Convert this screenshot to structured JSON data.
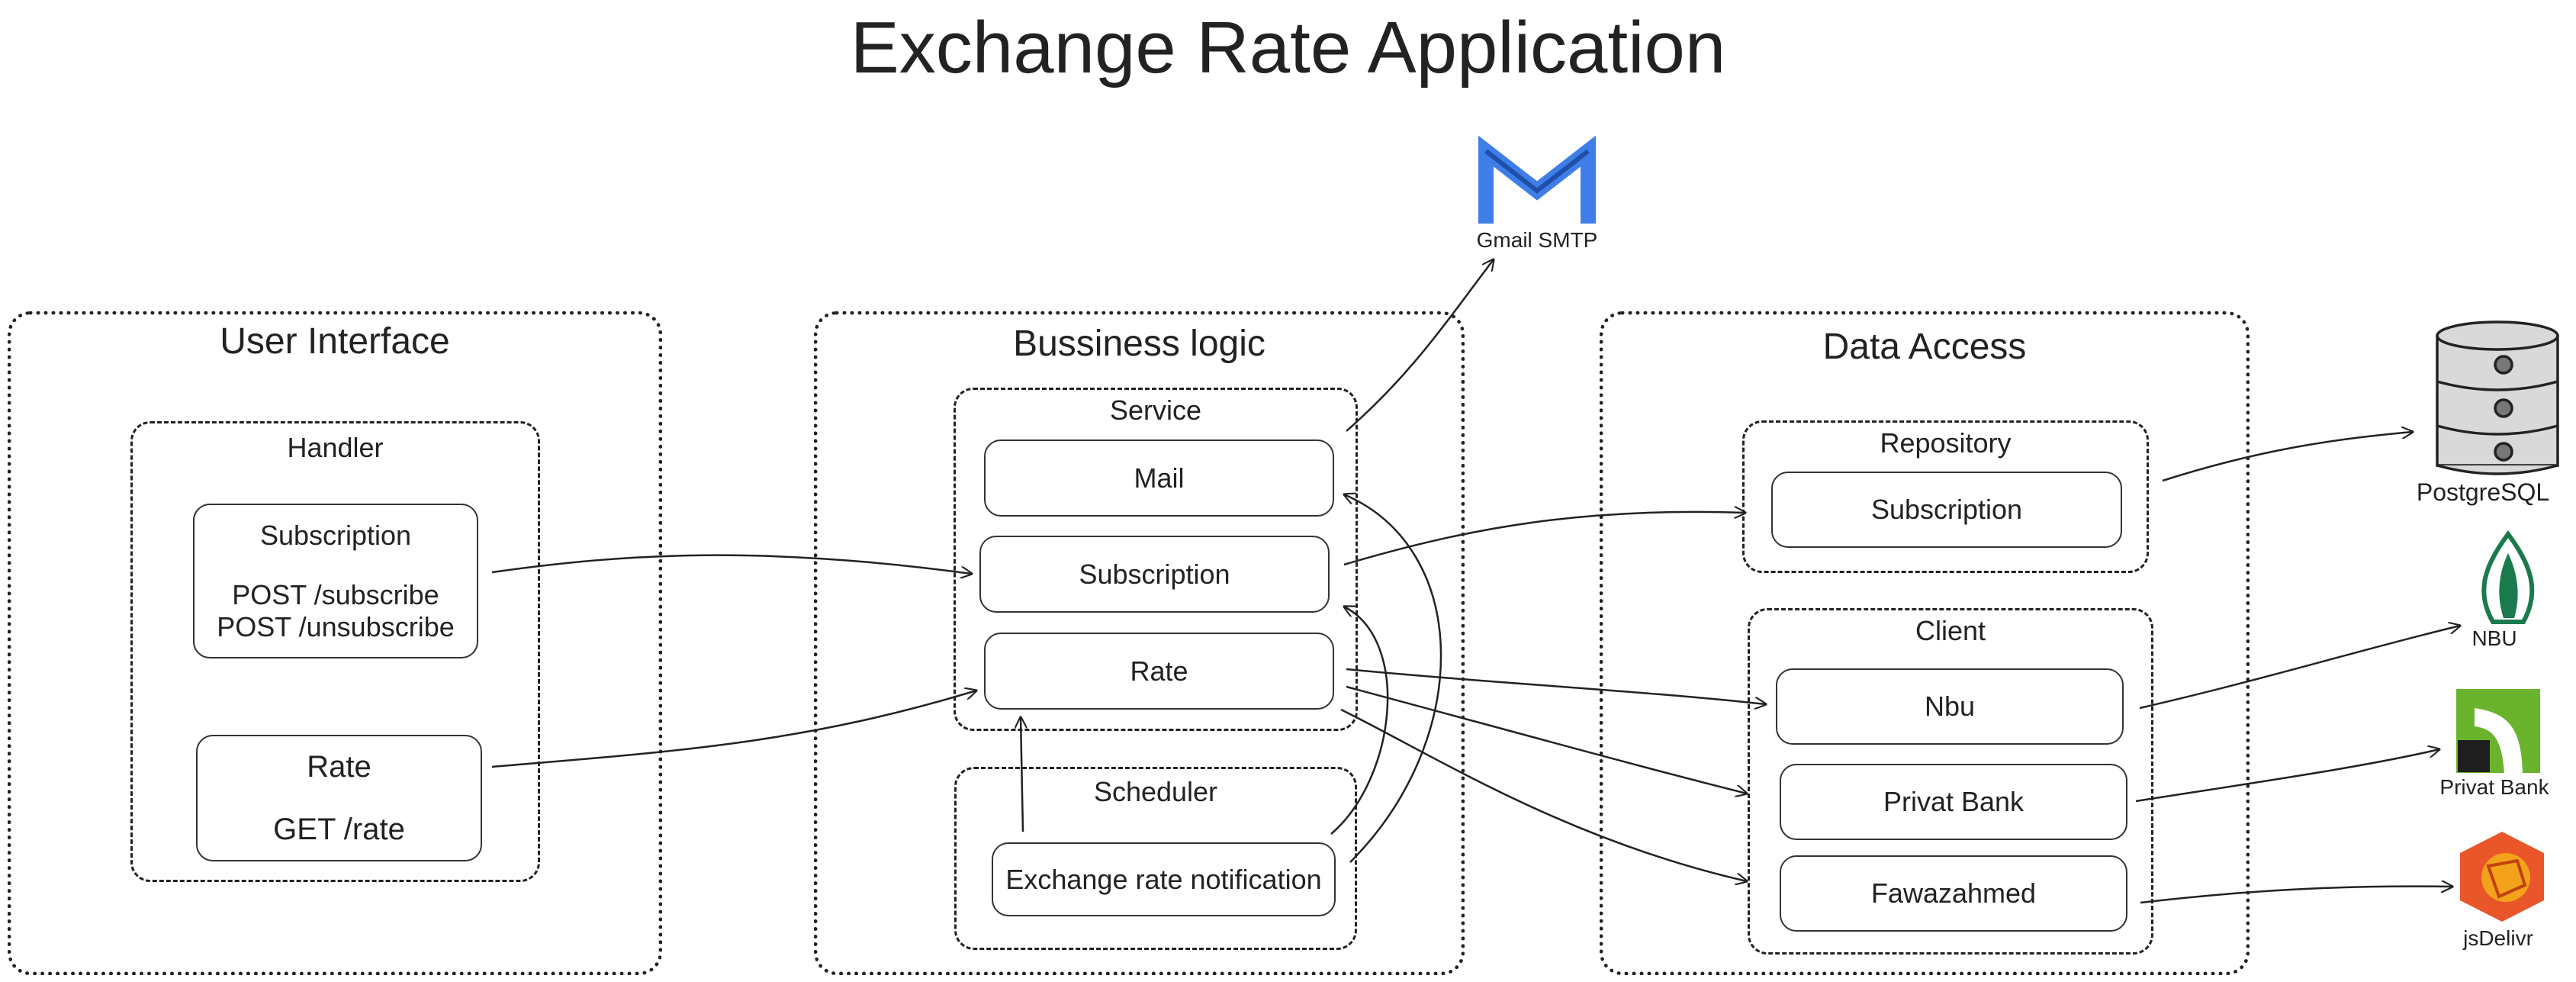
{
  "title": "Exchange Rate Application",
  "layers": {
    "ui": {
      "title": "User Interface"
    },
    "bl": {
      "title": "Bussiness logic"
    },
    "da": {
      "title": "Data Access"
    }
  },
  "groups": {
    "handler": "Handler",
    "service": "Service",
    "scheduler": "Scheduler",
    "repository": "Repository",
    "client": "Client"
  },
  "handler": {
    "subscription": {
      "title": "Subscription",
      "line1": "POST /subscribe",
      "line2": "POST /unsubscribe"
    },
    "rate": {
      "title": "Rate",
      "line1": "GET /rate"
    }
  },
  "service": {
    "mail": "Mail",
    "subscription": "Subscription",
    "rate": "Rate"
  },
  "scheduler": {
    "notification": "Exchange rate notification"
  },
  "repository": {
    "subscription": "Subscription"
  },
  "client": {
    "nbu": "Nbu",
    "privat": "Privat Bank",
    "fawaz": "Fawazahmed"
  },
  "external": {
    "gmail": "Gmail SMTP",
    "postgres": "PostgreSQL",
    "nbu": "NBU",
    "privat": "Privat Bank",
    "jsdelivr": "jsDelivr"
  },
  "icons": {
    "gmail": "gmail-logo",
    "postgres": "database-icon",
    "nbu": "nbu-logo",
    "privat": "privat-bank-logo",
    "jsdelivr": "jsdelivr-logo"
  },
  "colors": {
    "line": "#222222",
    "gmail_blue": "#3f7ee8",
    "db_fill": "#d9d9d9",
    "nbu_green": "#1a7a4c",
    "privat_green": "#6ab42d",
    "jsdelivr_orange": "#e8562a"
  }
}
